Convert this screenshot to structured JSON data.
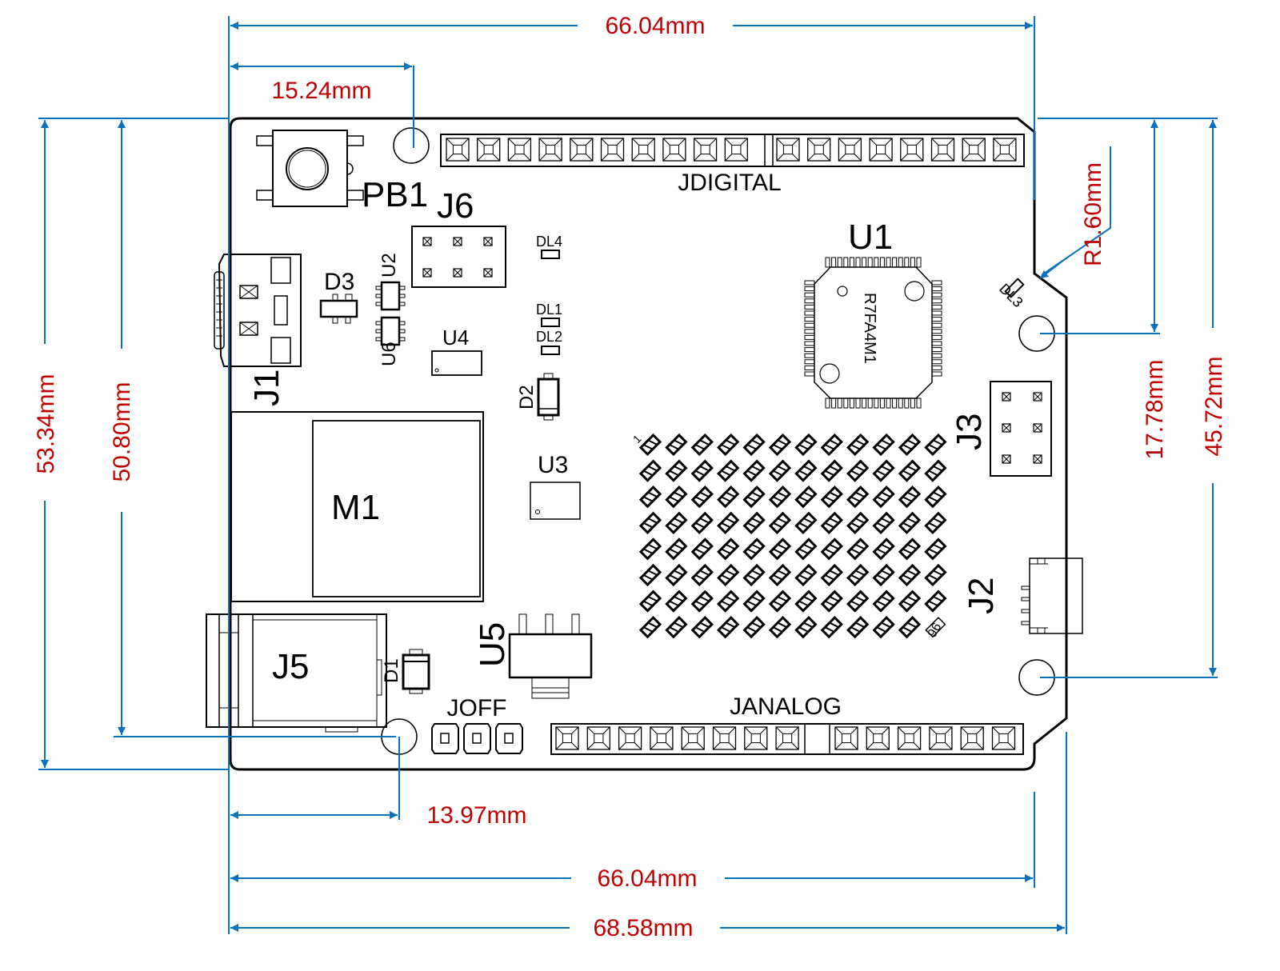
{
  "drawing": {
    "title": "PCB board outline dimension drawing",
    "colors": {
      "dimension_line": "#0a72bd",
      "dimension_text": "#c00000",
      "outline": "#000000"
    }
  },
  "dimensions": {
    "top_width": "66.04mm",
    "top_hole_offset": "15.24mm",
    "left_height_outer": "53.34mm",
    "left_height_inner": "50.80mm",
    "right_hole_spacing_upper": "17.78mm",
    "right_hole_spacing_total": "45.72mm",
    "corner_radius": "R1.60mm",
    "bottom_hole_offset": "13.97mm",
    "bottom_width_inner": "66.04mm",
    "bottom_width_outer": "68.58mm"
  },
  "components": {
    "pb1": "PB1",
    "j6": "J6",
    "jdigital": "JDIGITAL",
    "u1": "U1",
    "u1_part": "R7FA4M1",
    "j1": "J1",
    "d3": "D3",
    "u2": "U2",
    "u6": "U6",
    "u4": "U4",
    "dl4": "DL4",
    "dl1": "DL1",
    "dl2": "DL2",
    "dl3": "DL3",
    "d2": "D2",
    "m1": "M1",
    "u3": "U3",
    "j3": "J3",
    "j2": "J2",
    "j5": "J5",
    "d1": "D1",
    "u5": "U5",
    "joff": "JOFF",
    "janalog": "JANALOG",
    "led_matrix_first": "1",
    "led_matrix_last": "96"
  },
  "led_matrix": {
    "rows": 8,
    "cols": 12
  },
  "headers": {
    "jdigital_pins": [
      10,
      8
    ],
    "janalog_pins": [
      8,
      6
    ],
    "joff_pins": 3
  }
}
